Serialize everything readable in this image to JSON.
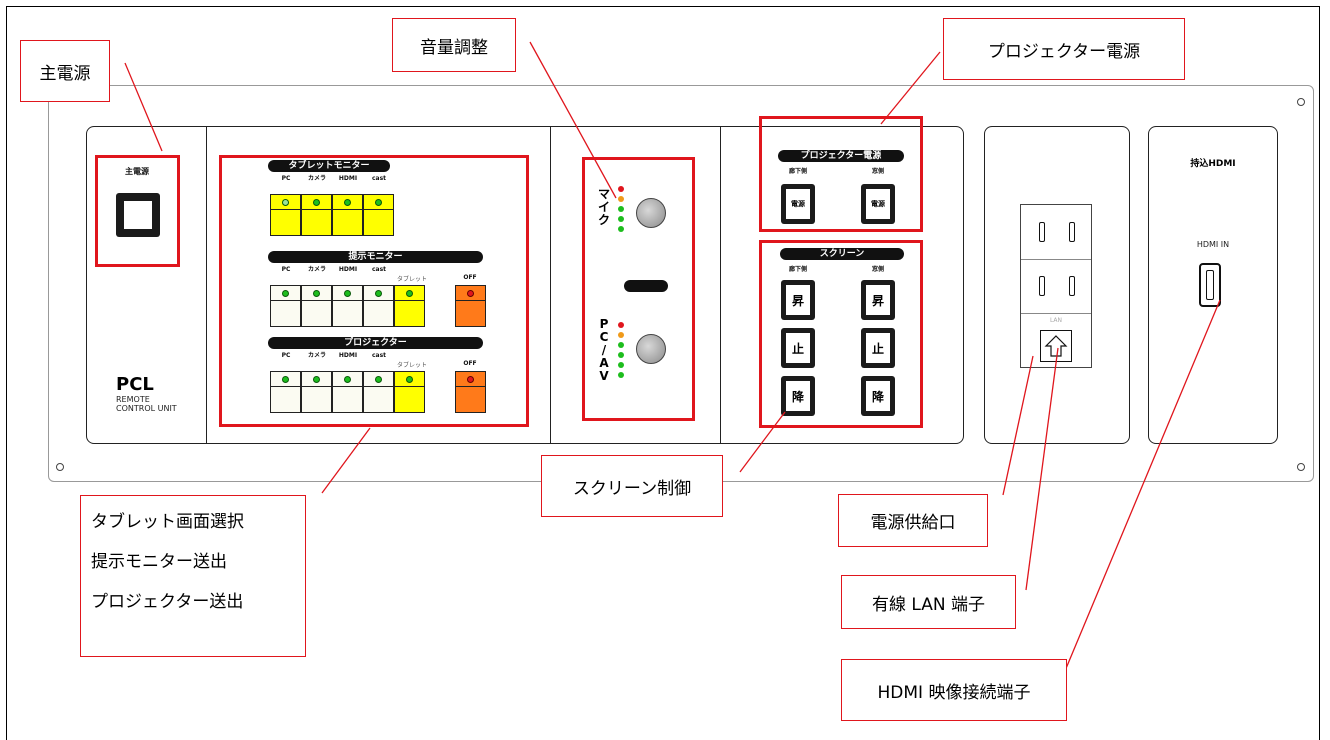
{
  "callouts": {
    "main_power": "主電源",
    "volume": "音量調整",
    "projector_power": "プロジェクター電源",
    "screen_control": "スクリーン制御",
    "tablet_lines": [
      "タブレット画面選択",
      "提示モニター送出",
      "プロジェクター送出"
    ],
    "power_outlet": "電源供給口",
    "lan": "有線 LAN 端子",
    "hdmi": "HDMI 映像接続端子"
  },
  "panel": {
    "main_power_label": "主電源",
    "brand": "PCL",
    "brand_sub": "REMOTE\nCONTROL UNIT",
    "tablet_monitor": "タブレットモニター",
    "present_monitor": "提示モニター",
    "projector": "プロジェクター",
    "sources": [
      "PC",
      "カメラ",
      "HDMI",
      "cast"
    ],
    "tablet_src": "タブレット",
    "off": "OFF",
    "mic": "マイク",
    "pc_av": "PC/AV",
    "projector_power": "プロジェクター電源",
    "screen": "スクリーン",
    "side_left": "廊下側",
    "side_right": "窓側",
    "power_btn": "電源",
    "up": "昇",
    "stop": "止",
    "down": "降",
    "hdmi_panel_title": "持込HDMI",
    "hdmi_in": "HDMI IN",
    "lan_label": "LAN"
  },
  "colors": {
    "callout_border": "#e0161d",
    "yellow_button": "#ffff00",
    "orange_button": "#ff7a1a",
    "led_green": "#1dbd1d",
    "led_red": "#e0161d"
  }
}
